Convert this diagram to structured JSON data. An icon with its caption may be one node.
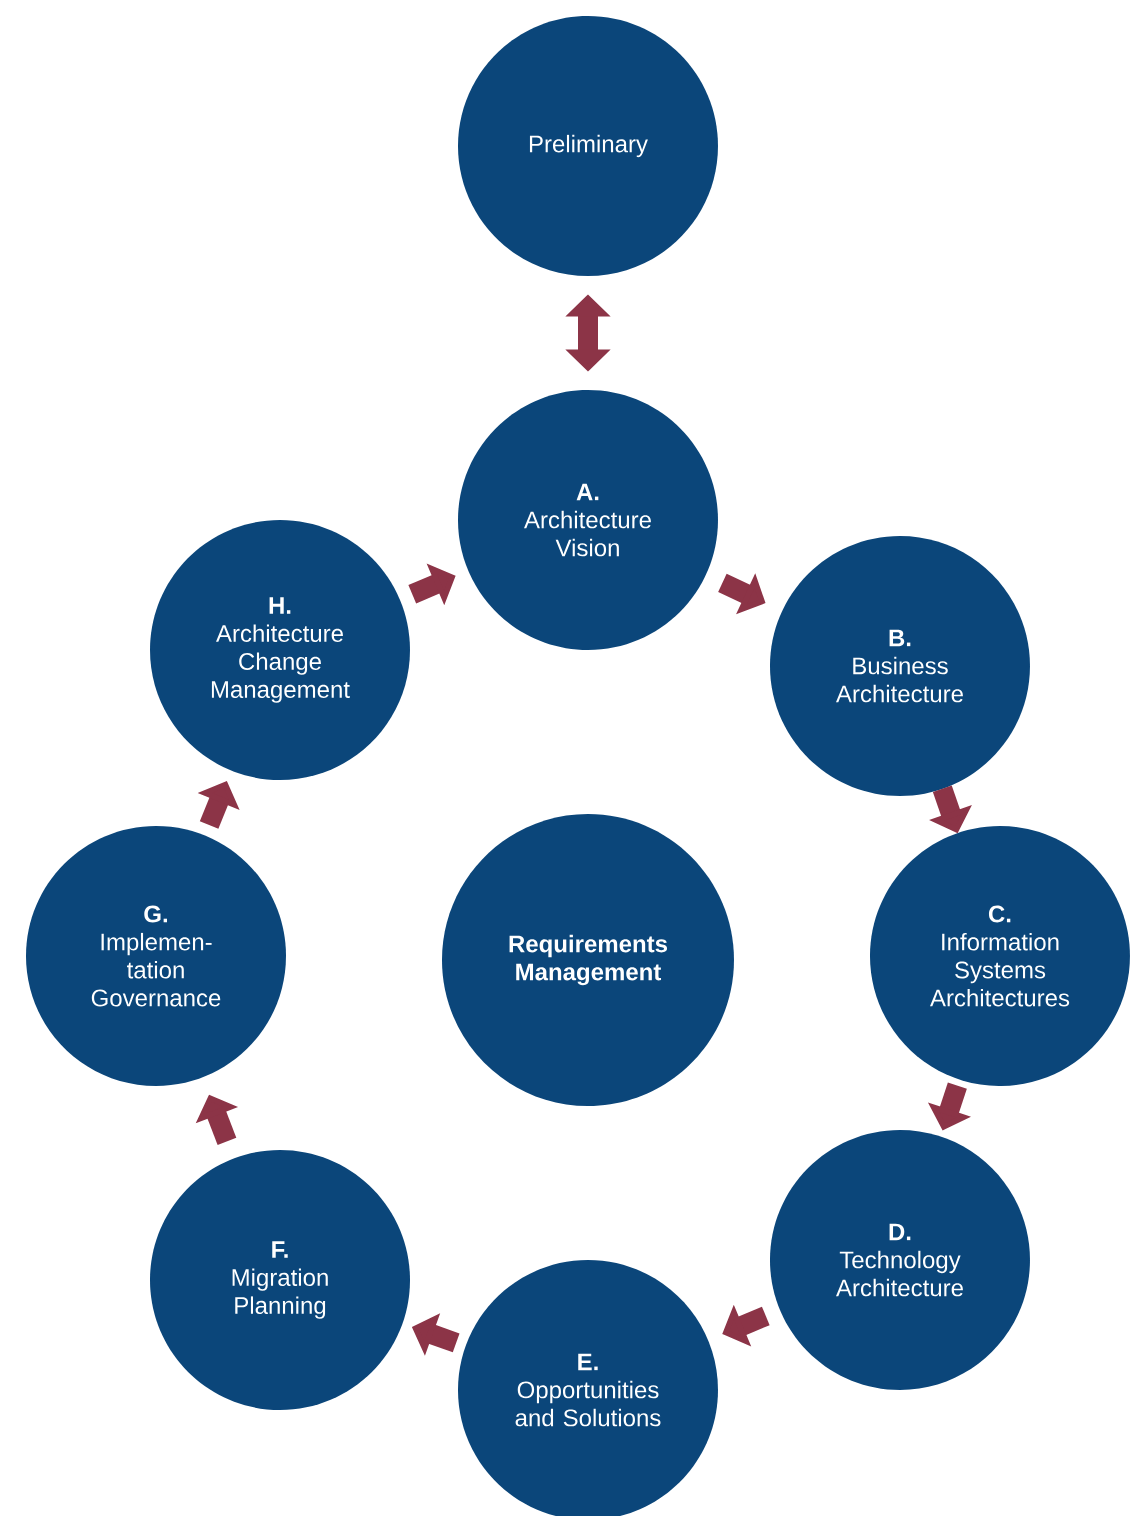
{
  "diagram": {
    "nodes": [
      {
        "text": [
          "Preliminary"
        ]
      },
      {
        "text": [
          "A.",
          "Architecture Vision"
        ]
      },
      {
        "text": [
          "B.",
          "Business Architecture"
        ]
      },
      {
        "text": [
          "C.",
          "Information Systems Architectures"
        ]
      },
      {
        "text": [
          "D.",
          "Technology Architecture"
        ]
      },
      {
        "text": [
          "E.",
          "Opportunities and Solutions"
        ]
      },
      {
        "text": [
          "F.",
          "Migration Planning"
        ]
      },
      {
        "text": [
          "G.",
          "Implemen- tation Governance"
        ]
      },
      {
        "text": [
          "H.",
          "Architecture Change Management"
        ]
      },
      {
        "text": [
          "Requirements Management"
        ]
      }
    ],
    "edges": [
      {
        "from": 0,
        "to": 1,
        "arrow": "both"
      },
      {
        "from": 1,
        "to": 2,
        "arrow": "to"
      },
      {
        "from": 2,
        "to": 3,
        "arrow": "to"
      },
      {
        "from": 3,
        "to": 4,
        "arrow": "to"
      },
      {
        "from": 4,
        "to": 5,
        "arrow": "to"
      },
      {
        "from": 5,
        "to": 6,
        "arrow": "to"
      },
      {
        "from": 6,
        "to": 7,
        "arrow": "to"
      },
      {
        "from": 7,
        "to": 8,
        "arrow": "to"
      },
      {
        "from": 8,
        "to": 1,
        "arrow": "to"
      }
    ]
  }
}
